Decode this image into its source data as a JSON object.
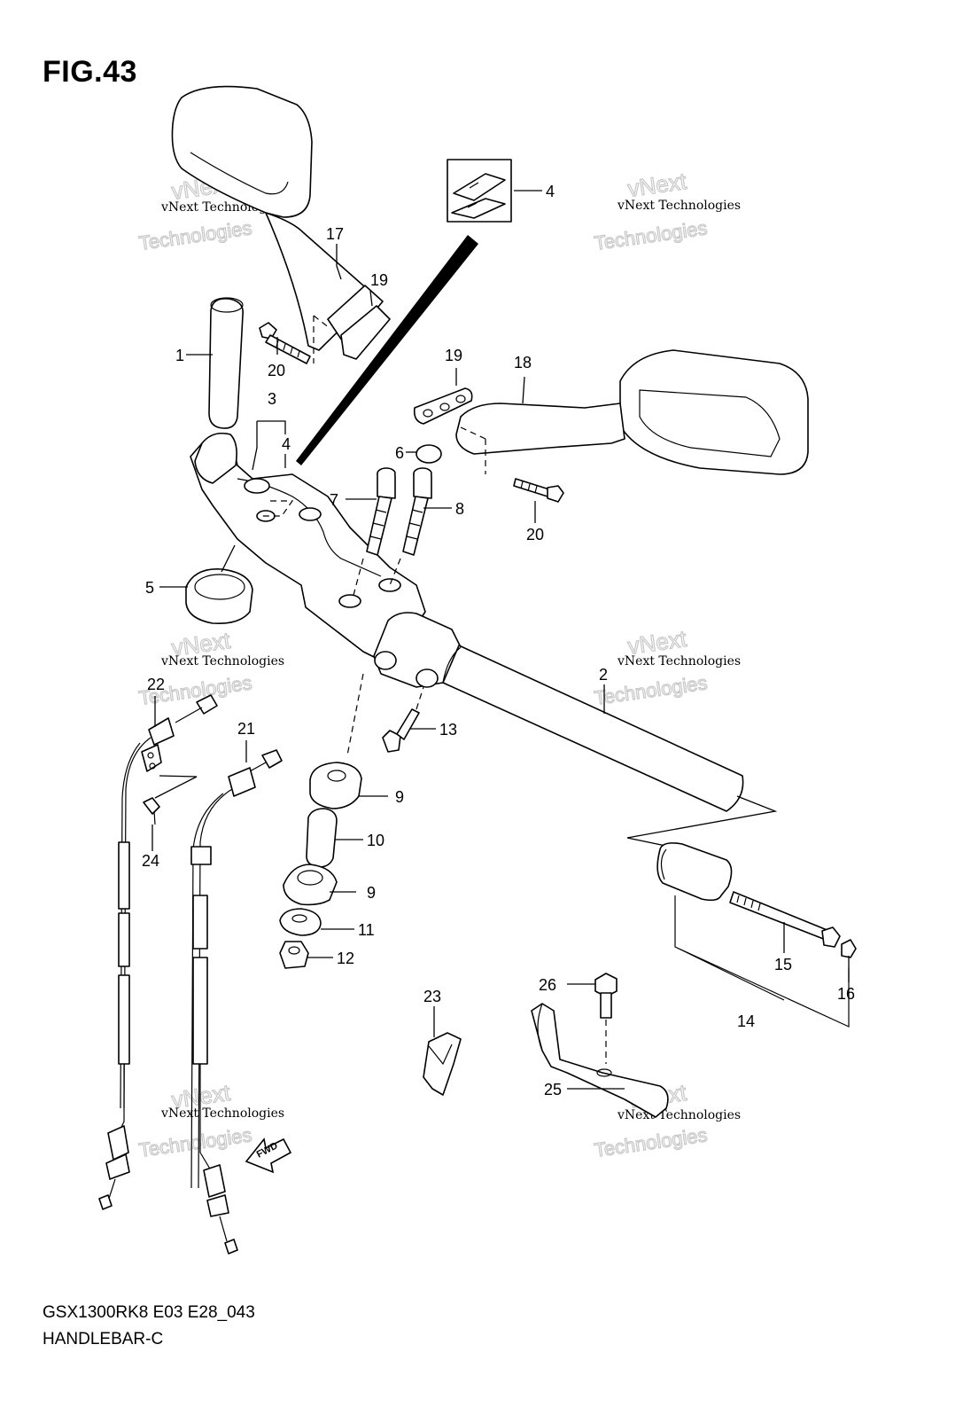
{
  "figure": {
    "title": "FIG.43",
    "model_code": "GSX1300RK8 E03 E28_043",
    "section_name": "HANDLEBAR-C"
  },
  "watermark": {
    "line1": "vNext Technologies",
    "line2": "vNext",
    "line3": "Technologies"
  },
  "fwd_label": "FWD",
  "callouts": [
    {
      "id": "c1",
      "label": "1"
    },
    {
      "id": "c2",
      "label": "2"
    },
    {
      "id": "c3",
      "label": "3"
    },
    {
      "id": "c4a",
      "label": "4"
    },
    {
      "id": "c4b",
      "label": "4"
    },
    {
      "id": "c5",
      "label": "5"
    },
    {
      "id": "c6",
      "label": "6"
    },
    {
      "id": "c7",
      "label": "7"
    },
    {
      "id": "c8",
      "label": "8"
    },
    {
      "id": "c9a",
      "label": "9"
    },
    {
      "id": "c9b",
      "label": "9"
    },
    {
      "id": "c10",
      "label": "10"
    },
    {
      "id": "c11",
      "label": "11"
    },
    {
      "id": "c12",
      "label": "12"
    },
    {
      "id": "c13",
      "label": "13"
    },
    {
      "id": "c14",
      "label": "14"
    },
    {
      "id": "c15",
      "label": "15"
    },
    {
      "id": "c16",
      "label": "16"
    },
    {
      "id": "c17",
      "label": "17"
    },
    {
      "id": "c18",
      "label": "18"
    },
    {
      "id": "c19a",
      "label": "19"
    },
    {
      "id": "c19b",
      "label": "19"
    },
    {
      "id": "c20a",
      "label": "20"
    },
    {
      "id": "c20b",
      "label": "20"
    },
    {
      "id": "c21",
      "label": "21"
    },
    {
      "id": "c22",
      "label": "22"
    },
    {
      "id": "c23",
      "label": "23"
    },
    {
      "id": "c24",
      "label": "24"
    },
    {
      "id": "c25",
      "label": "25"
    },
    {
      "id": "c26",
      "label": "26"
    }
  ]
}
